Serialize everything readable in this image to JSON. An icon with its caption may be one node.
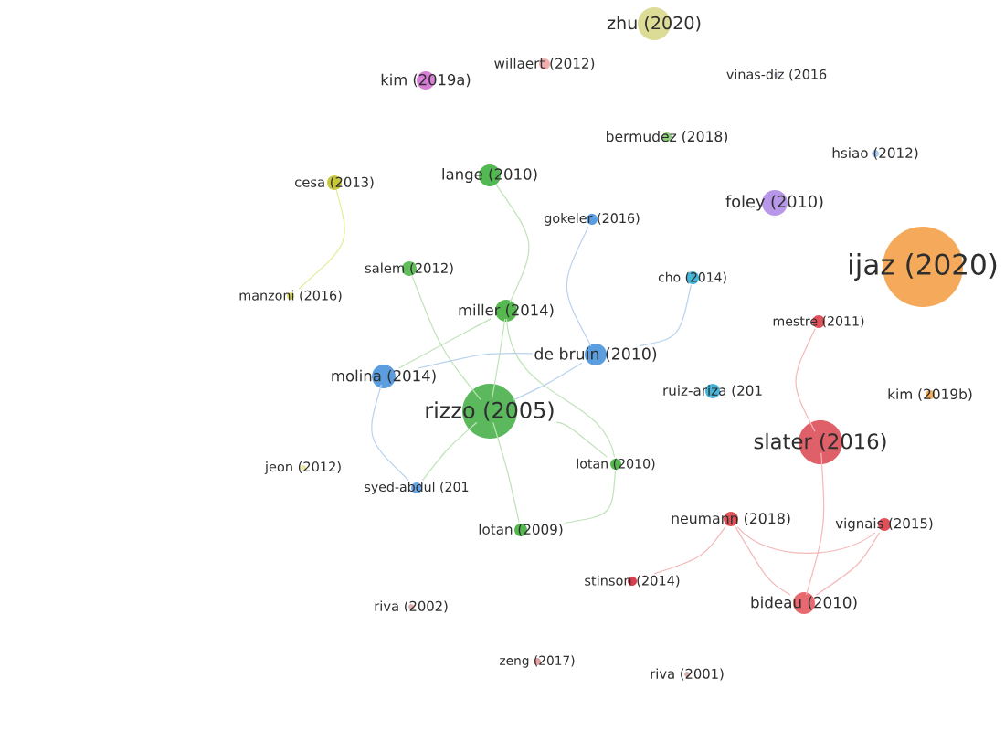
{
  "diagram": {
    "nodes": [
      {
        "text": [
          "zhu (2020)"
        ]
      },
      {
        "text": [
          "willaert (2012)"
        ]
      },
      {
        "text": [
          "kim (2019a)"
        ]
      },
      {
        "text": [
          "vinas-diz (2016"
        ]
      },
      {
        "text": [
          "bermudez (2018)"
        ]
      },
      {
        "text": [
          "hsiao (2012)"
        ]
      },
      {
        "text": [
          "cesa (2013)"
        ]
      },
      {
        "text": [
          "lange (2010)"
        ]
      },
      {
        "text": [
          "foley (2010)"
        ]
      },
      {
        "text": [
          "ijaz (2020)"
        ]
      },
      {
        "text": [
          "gokeler (2016)"
        ]
      },
      {
        "text": [
          "salem (2012)"
        ]
      },
      {
        "text": [
          "manzoni (2016)"
        ]
      },
      {
        "text": [
          "miller (2014)"
        ]
      },
      {
        "text": [
          "cho (2014)"
        ]
      },
      {
        "text": [
          "mestre (2011)"
        ]
      },
      {
        "text": [
          "de bruin (2010)"
        ]
      },
      {
        "text": [
          "molina (2014)"
        ]
      },
      {
        "text": [
          "rizzo (2005)"
        ]
      },
      {
        "text": [
          "ruiz-ariza (201"
        ]
      },
      {
        "text": [
          "kim (2019b)"
        ]
      },
      {
        "text": [
          "slater (2016)"
        ]
      },
      {
        "text": [
          "jeon (2012)"
        ]
      },
      {
        "text": [
          "syed-abdul (201"
        ]
      },
      {
        "text": [
          "lotan (2010)"
        ]
      },
      {
        "text": [
          "lotan (2009)"
        ]
      },
      {
        "text": [
          "neumann (2018)"
        ]
      },
      {
        "text": [
          "vignais (2015)"
        ]
      },
      {
        "text": [
          "stinson (2014)"
        ]
      },
      {
        "text": [
          "riva (2002)"
        ]
      },
      {
        "text": [
          "bideau (2010)"
        ]
      },
      {
        "text": [
          "zeng (2017)"
        ]
      },
      {
        "text": [
          "riva (2001)"
        ]
      }
    ],
    "edges": [
      {
        "from": 7,
        "to": 13,
        "arrow": "none"
      },
      {
        "from": 11,
        "to": 18,
        "arrow": "none"
      },
      {
        "from": 13,
        "to": 18,
        "arrow": "none"
      },
      {
        "from": 13,
        "to": 17,
        "arrow": "none"
      },
      {
        "from": 23,
        "to": 18,
        "arrow": "none"
      },
      {
        "from": 13,
        "to": 24,
        "arrow": "none"
      },
      {
        "from": 18,
        "to": 24,
        "arrow": "none"
      },
      {
        "from": 18,
        "to": 25,
        "arrow": "none"
      },
      {
        "from": 24,
        "to": 25,
        "arrow": "none"
      },
      {
        "from": 10,
        "to": 16,
        "arrow": "none",
        "color": "#b8d2ee"
      },
      {
        "from": 14,
        "to": 16,
        "arrow": "none",
        "color": "#b8d2ee"
      },
      {
        "from": 17,
        "to": 16,
        "arrow": "none",
        "color": "#b8d2ee"
      },
      {
        "from": 17,
        "to": 23,
        "arrow": "none",
        "color": "#b8d2ee"
      },
      {
        "from": 16,
        "to": 18,
        "arrow": "none",
        "color": "#b8d2ee"
      },
      {
        "from": 15,
        "to": 21,
        "arrow": "none",
        "color": "#f5b8b8"
      },
      {
        "from": 21,
        "to": 30,
        "arrow": "none",
        "color": "#f5b8b8"
      },
      {
        "from": 26,
        "to": 27,
        "arrow": "none",
        "color": "#f5b8b8"
      },
      {
        "from": 28,
        "to": 26,
        "arrow": "none",
        "color": "#f5b8b8"
      },
      {
        "from": 26,
        "to": 30,
        "arrow": "none",
        "color": "#f5b8b8"
      },
      {
        "from": 27,
        "to": 30,
        "arrow": "none",
        "color": "#f5b8b8"
      },
      {
        "from": 6,
        "to": 12,
        "arrow": "none",
        "color": "#e6eb98"
      }
    ]
  }
}
